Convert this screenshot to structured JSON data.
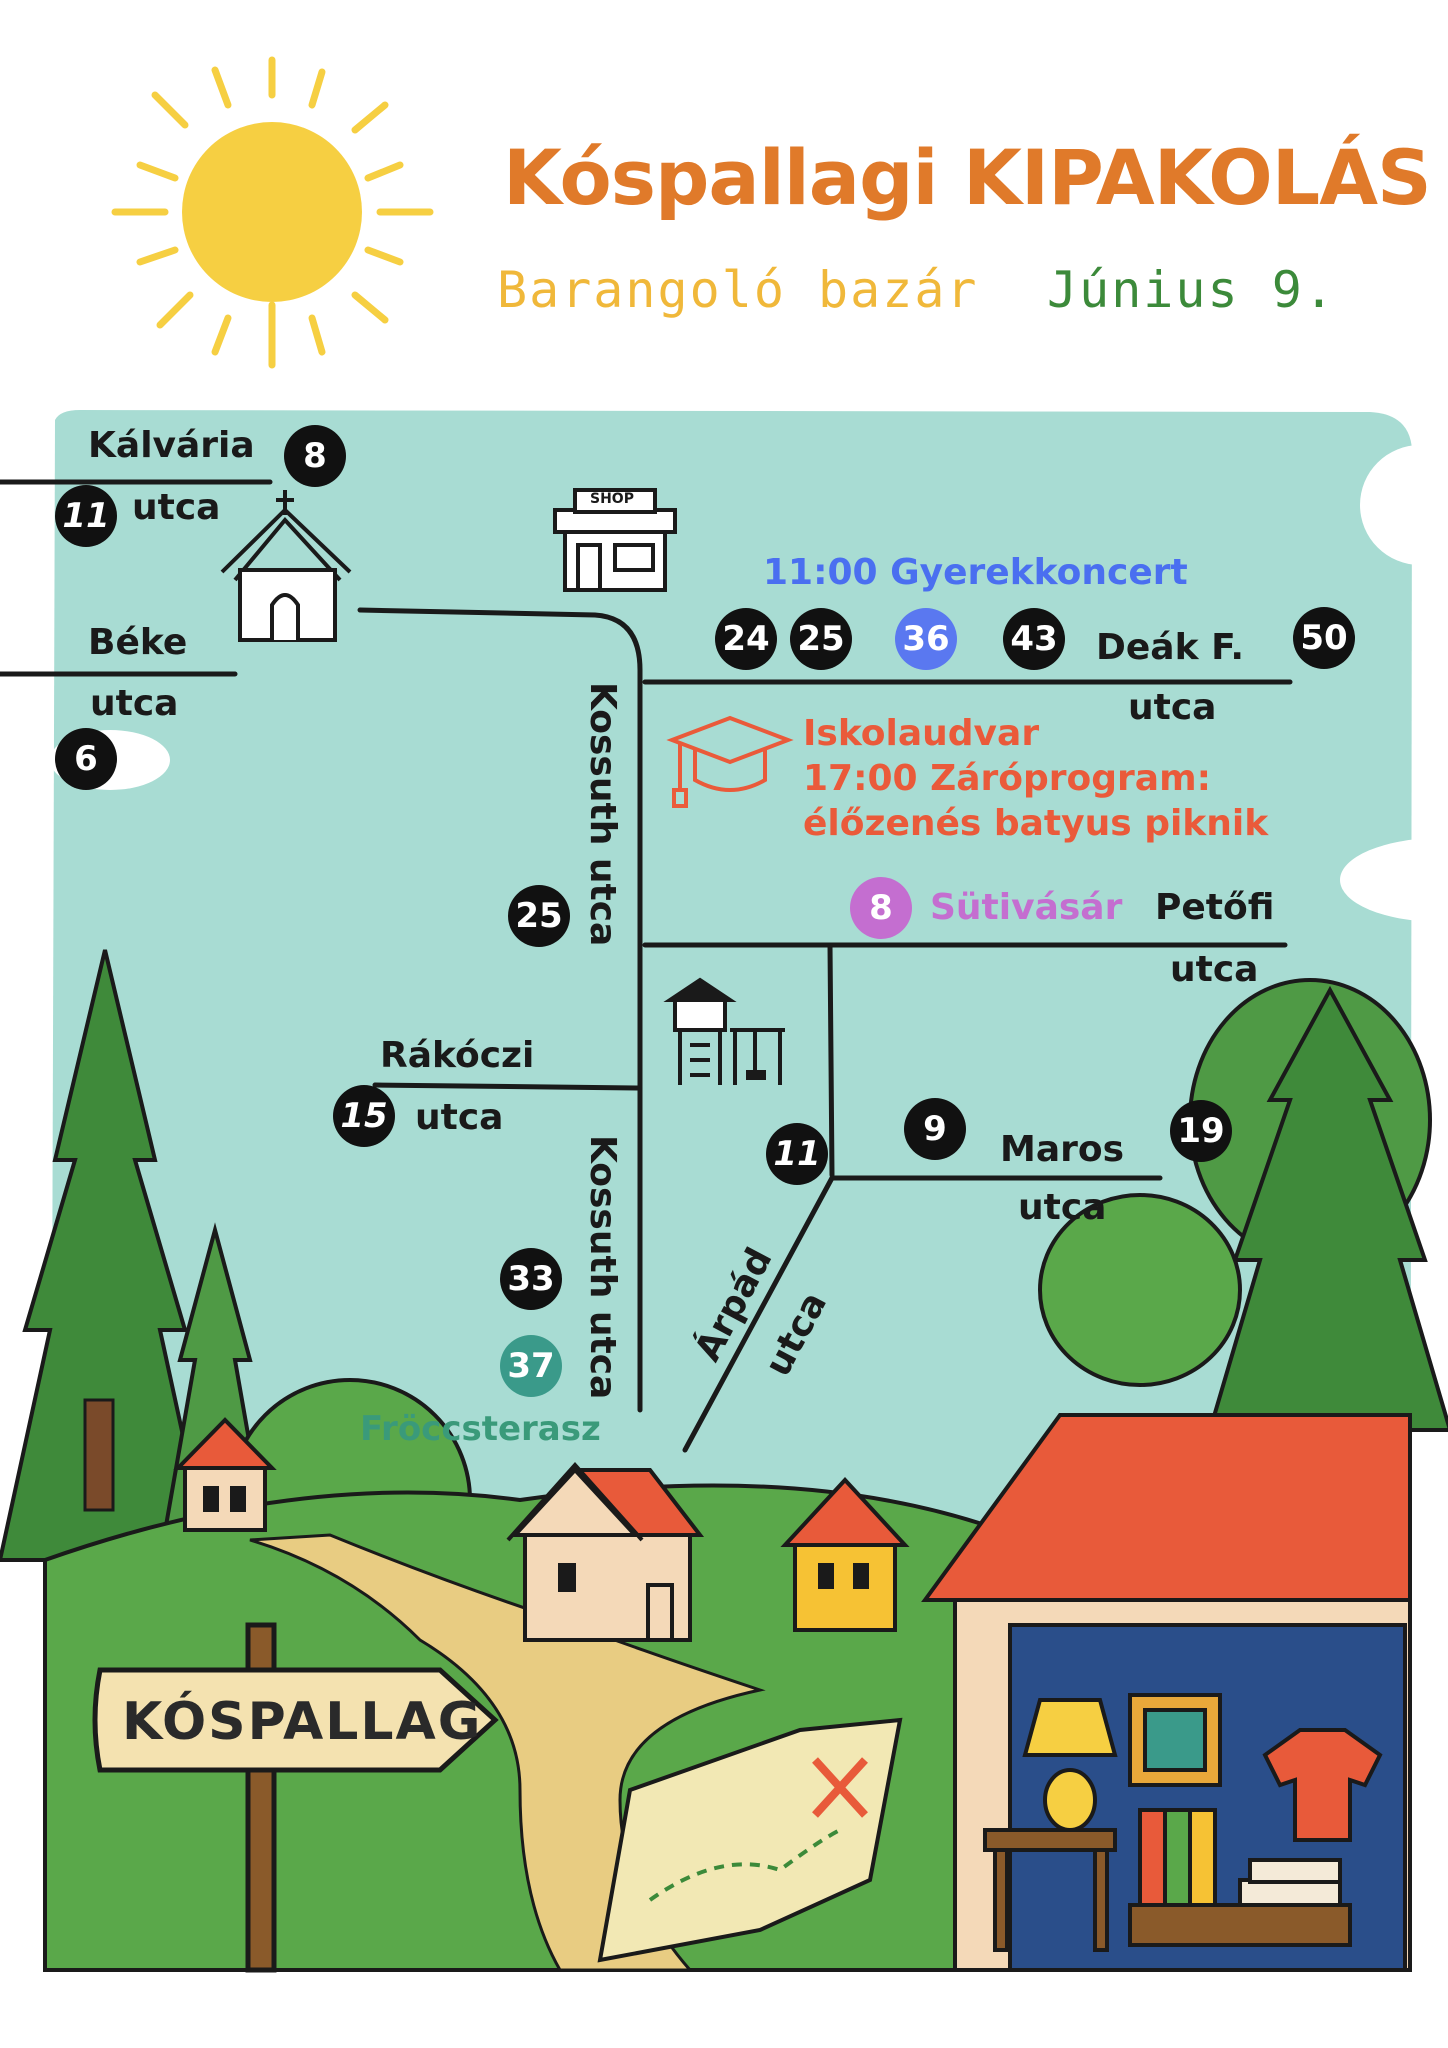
{
  "header": {
    "title": "Kóspallagi KIPAKOLÁS",
    "subtitle": "Barangoló bazár",
    "date": "Június 9."
  },
  "colors": {
    "sky": "#a8dcd3",
    "title": "#e07a2a",
    "subtitle": "#f0b83a",
    "date": "#3c8a3a",
    "badge": "#111111",
    "badge_blue": "#5a78f0",
    "badge_pink": "#c46ed0",
    "badge_green": "#3a9a8a",
    "roof": "#e85a3a",
    "grass": "#5aa84a",
    "sun": "#f6cf42"
  },
  "streets": {
    "kalvaria": {
      "line1": "Kálvária",
      "line2": "utca"
    },
    "beke": {
      "line1": "Béke",
      "line2": "utca"
    },
    "kossuth_upper": "Kossuth utca",
    "kossuth_lower": "Kossuth utca",
    "deak": {
      "line1": "Deák F.",
      "line2": "utca"
    },
    "petofi": {
      "line1": "Petőfi",
      "line2": "utca"
    },
    "rakoczi": {
      "line1": "Rákóczi",
      "line2": "utca"
    },
    "maros": {
      "line1": "Maros",
      "line2": "utca"
    },
    "arpad": {
      "line1": "Árpád",
      "line2": "utca"
    }
  },
  "house_numbers": {
    "kalvaria_a": "8",
    "kalvaria_b": "11",
    "beke": "6",
    "deak_24": "24",
    "deak_25": "25",
    "deak_36": "36",
    "deak_43": "43",
    "deak_50": "50",
    "kossuth_25": "25",
    "petofi_8": "8",
    "rakoczi_15": "15",
    "arpad_11": "11",
    "maros_9": "9",
    "maros_19": "19",
    "kossuth_33": "33",
    "kossuth_37": "37"
  },
  "events": {
    "concert": "11:00 Gyerekkoncert",
    "school_line1": "Iskolaudvar",
    "school_line2": "17:00 Záróprogram:",
    "school_line3": "élőzenés batyus piknik",
    "cake_sale": "Sütivásár",
    "froccs": "Fröccsterasz"
  },
  "landmarks": {
    "shop_label": "SHOP",
    "signpost": "KÓSPALLAG"
  },
  "icons": [
    "sun-icon",
    "church-icon",
    "shop-icon",
    "graduation-cap-icon",
    "playground-icon",
    "treasure-map-icon",
    "garage-sale-icon"
  ]
}
